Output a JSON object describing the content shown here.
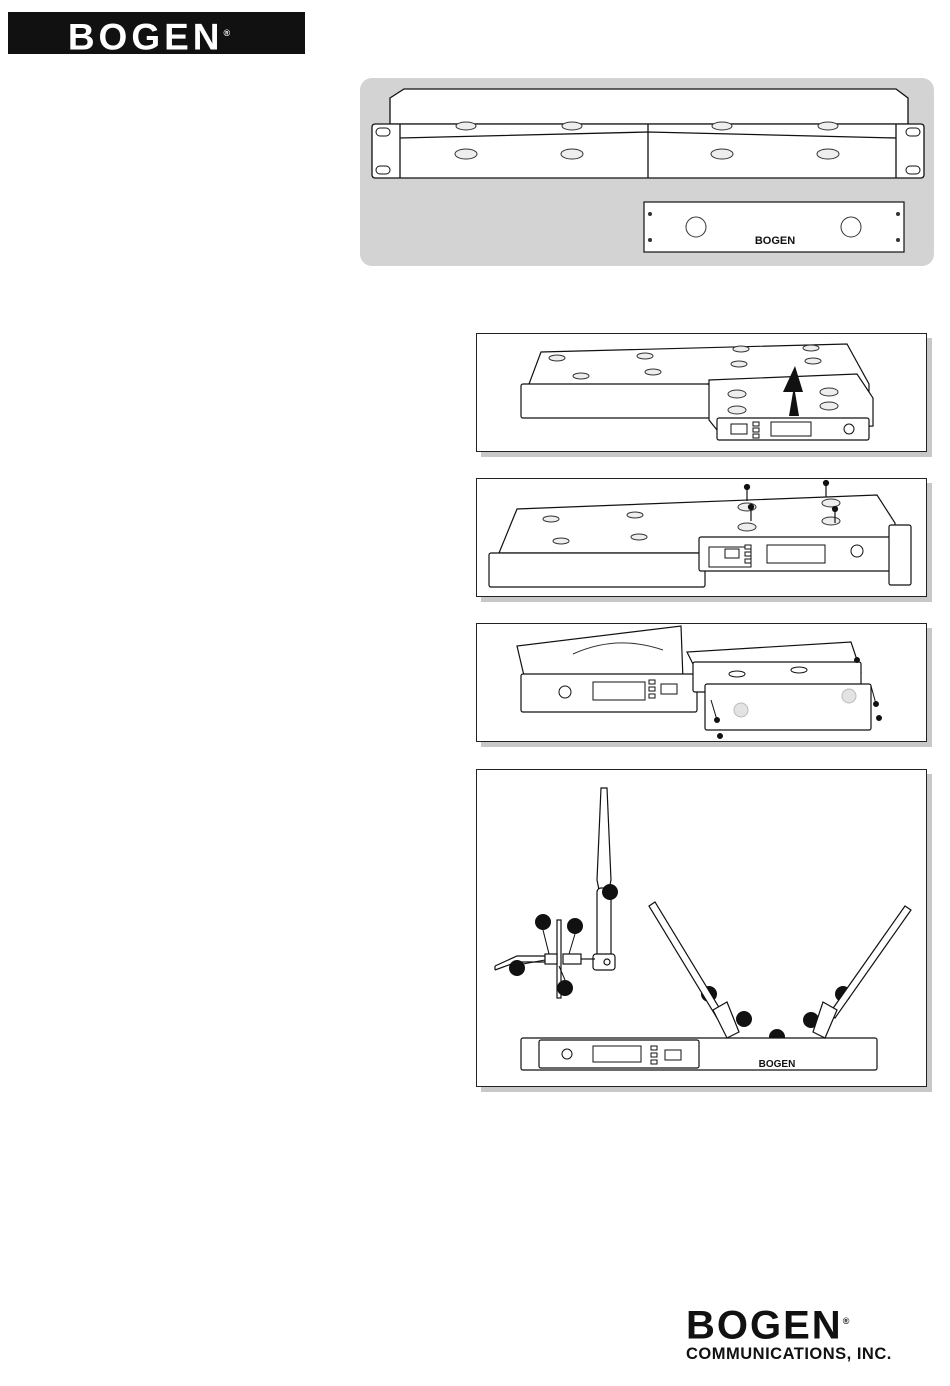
{
  "header": {
    "logo_text": "BOGEN",
    "logo_mark": "®"
  },
  "kit": {
    "blank_plate_logo": "BOGEN"
  },
  "figure4": {
    "rack_logo": "BOGEN"
  },
  "footer": {
    "brand": "BOGEN",
    "mark": "®",
    "subtitle": "COMMUNICATIONS, INC."
  }
}
